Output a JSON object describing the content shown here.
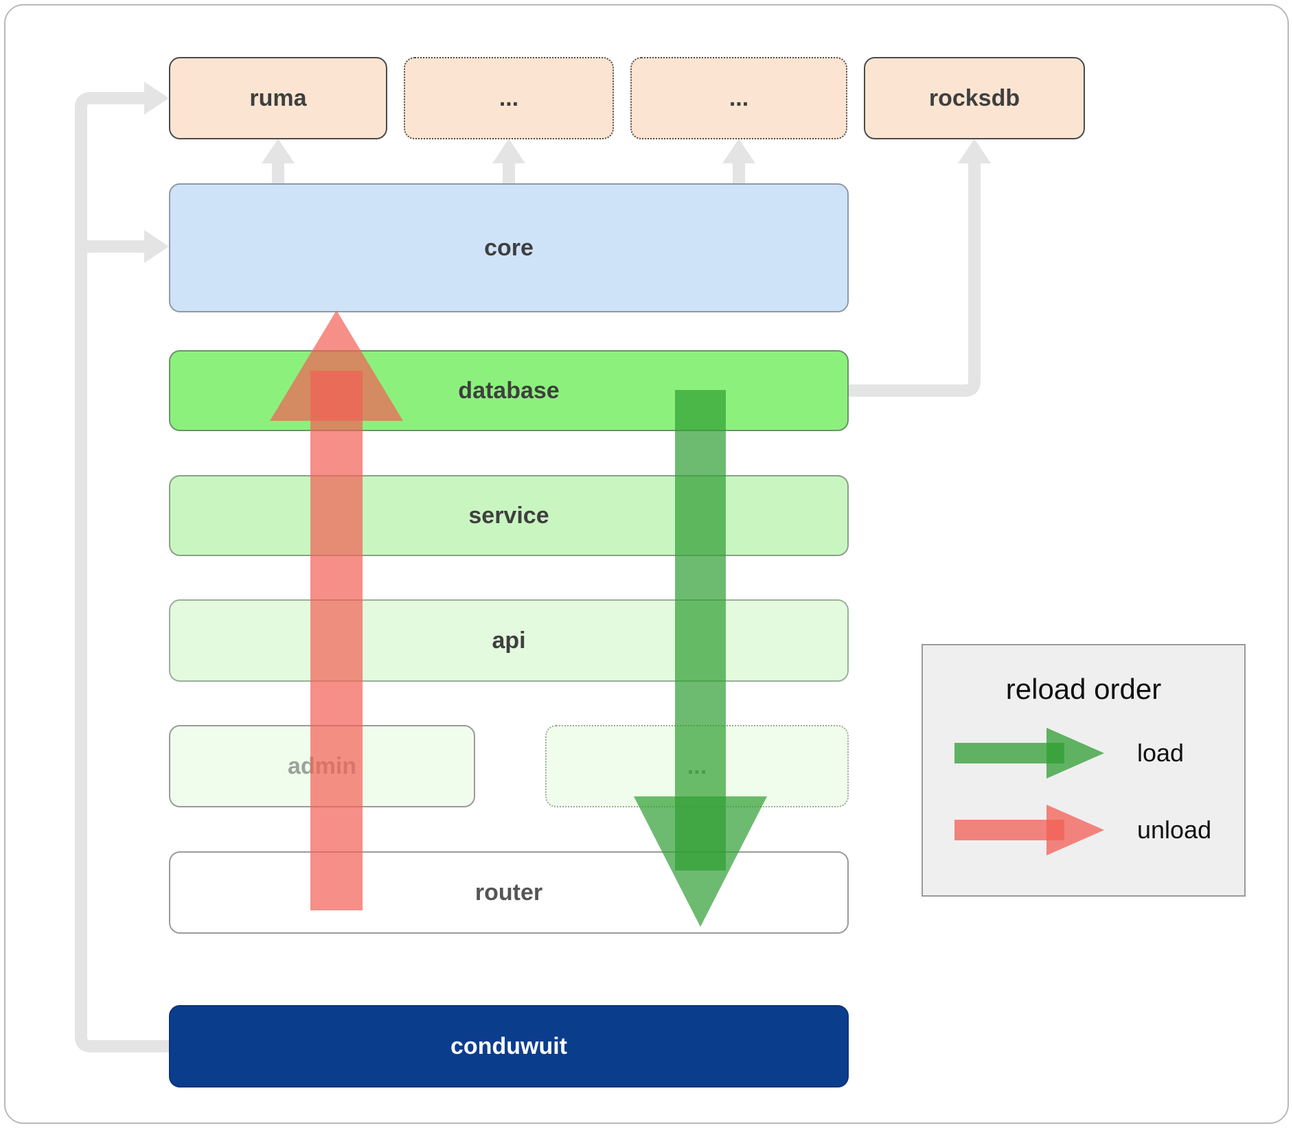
{
  "palette": {
    "load_arrow": "#2f9e33",
    "unload_arrow": "#f25f55",
    "connector_gray": "#e4e4e4",
    "dependency_fill": "#fbe5d2",
    "core_fill": "#cfe3f8",
    "database_fill": "#8cf17c",
    "conduwuit_fill": "#0b3d8d"
  },
  "nodes": {
    "ruma": "ruma",
    "dep_dots_1": "...",
    "dep_dots_2": "...",
    "rocksdb": "rocksdb",
    "core": "core",
    "database": "database",
    "service": "service",
    "api": "api",
    "admin": "admin",
    "crate_dots": "...",
    "router": "router",
    "conduwuit": "conduwuit"
  },
  "legend": {
    "title": "reload order",
    "items": [
      {
        "label": "load",
        "color": "#2f9e33"
      },
      {
        "label": "unload",
        "color": "#f25f55"
      }
    ]
  }
}
